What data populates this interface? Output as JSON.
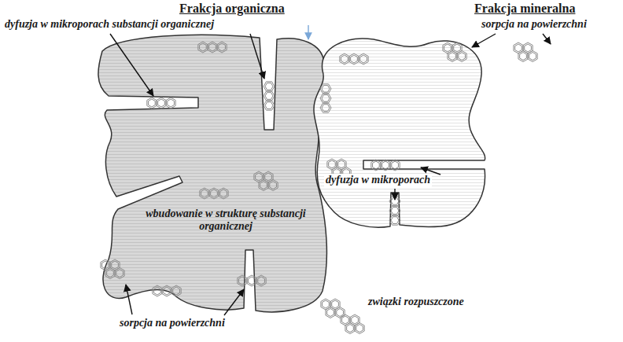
{
  "diagram": {
    "nodes": [
      {
        "text": [
          "Frakcja organiczna",
          "wbudowanie w strukturę substancji organicznej"
        ]
      },
      {
        "text": [
          "Frakcja mineralna"
        ]
      }
    ],
    "labels": [
      "dyfuzja w mikroporach substancji organicznej",
      "sorpcja na powierzchni",
      "dyfuzja w mikroporach",
      "sorpcja na powierzchni",
      "związki rozpuszczone"
    ]
  }
}
